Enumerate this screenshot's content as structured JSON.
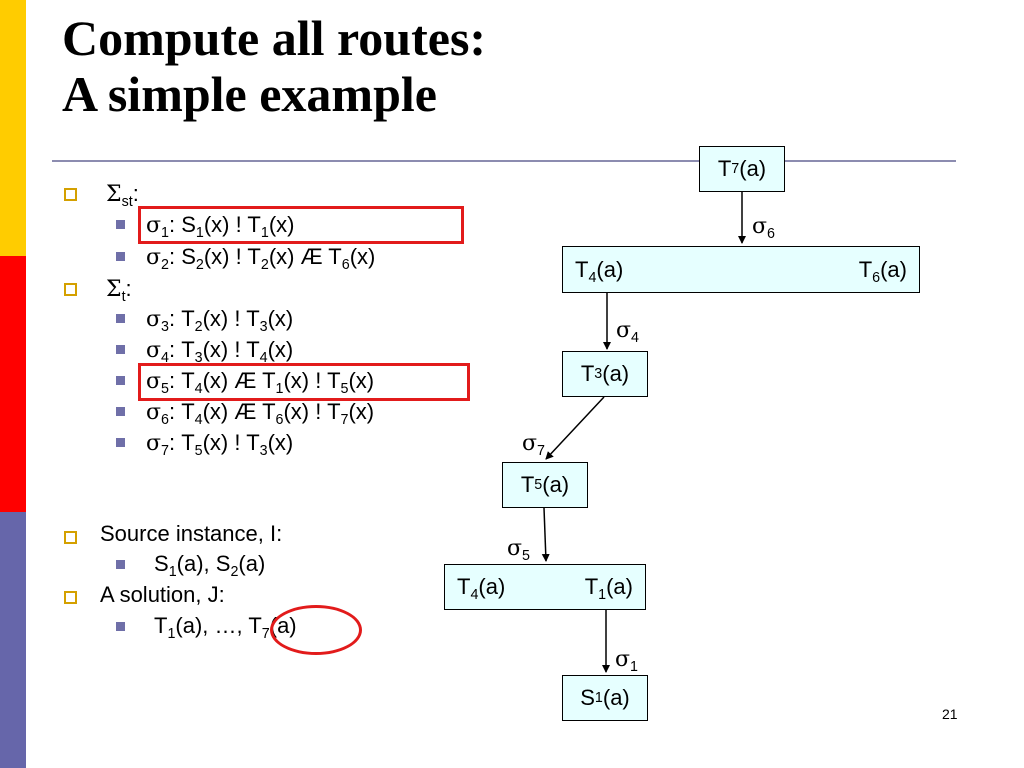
{
  "slide": {
    "title_line1": "Compute all routes:",
    "title_line2": "A simple example",
    "page_number": "21"
  },
  "bullets": {
    "sigma_st_label": "Σ",
    "sigma_st_sub": "st",
    "sigma_t_label": "Σ",
    "sigma_t_sub": "t",
    "colon": ":",
    "source_label": "Source instance, I:",
    "source_value": "S1(a), S2(a)",
    "solution_label": "A solution, J:",
    "solution_value": "T1(a), …, T7(a)"
  },
  "rules": [
    "σ1: S1(x) ! T1(x)",
    "σ2: S2(x) ! T2(x) Æ T6(x)",
    "σ3: T2(x) ! T3(x)",
    "σ4: T3(x) ! T4(x)",
    "σ5: T4(x) Æ T1(x) ! T5(x)",
    "σ6: T4(x) Æ T6(x) ! T7(x)",
    "σ7: T5(x) ! T3(x)"
  ],
  "tree": {
    "nodes": [
      "T7(a)",
      "T4(a)",
      "T6(a)",
      "T3(a)",
      "T5(a)",
      "T4(a)",
      "T1(a)",
      "S1(a)"
    ],
    "edge_labels": [
      "σ6",
      "σ4",
      "σ7",
      "σ5",
      "σ1"
    ]
  },
  "colors": {
    "stripe_yellow": "#ffcc00",
    "stripe_red": "#ff0000",
    "stripe_purple": "#6666aa",
    "highlight_red": "#e21b1b",
    "node_fill": "#e6ffff"
  }
}
